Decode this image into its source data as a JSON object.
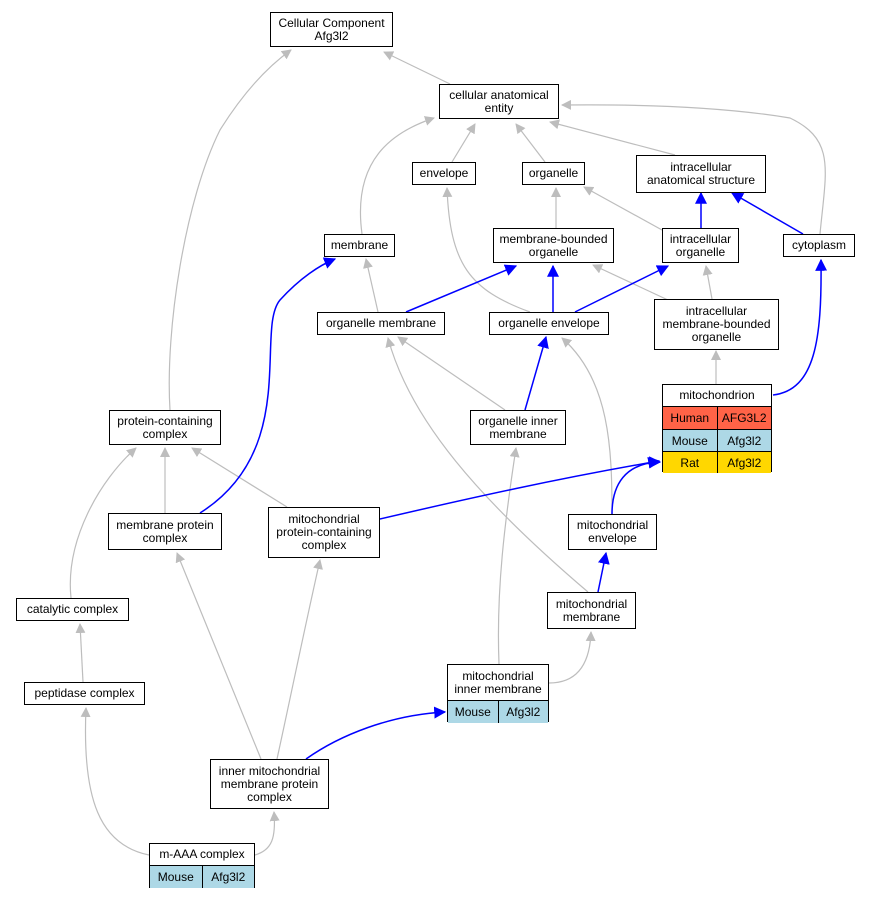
{
  "colors": {
    "is_a_edge": "#bdbdbd",
    "part_of_edge": "#0000ff",
    "human": "#ff6347",
    "mouse": "#add8e6",
    "rat": "#ffd700"
  },
  "nodes": {
    "root": "Cellular Component\nAfg3l2",
    "cae": "cellular anatomical\nentity",
    "envelope": "envelope",
    "organelle": "organelle",
    "ias": "intracellular\nanatomical structure",
    "membrane": "membrane",
    "mbo": "membrane-bounded\norganelle",
    "io": "intracellular\norganelle",
    "cytoplasm": "cytoplasm",
    "om": "organelle membrane",
    "oe": "organelle envelope",
    "imbo": "intracellular\nmembrane-bounded\norganelle",
    "pcc": "protein-containing\ncomplex",
    "oim": "organelle inner\nmembrane",
    "mpc": "membrane protein\ncomplex",
    "mpcc": "mitochondrial\nprotein-containing\ncomplex",
    "menv": "mitochondrial\nenvelope",
    "cc": "catalytic complex",
    "mm": "mitochondrial\nmembrane",
    "pepc": "peptidase complex",
    "imc": "inner mitochondrial\nmembrane protein\ncomplex"
  },
  "tables": {
    "mito": {
      "title": "mitochondrion",
      "rows": [
        {
          "species": "Human",
          "gene": "AFG3L2",
          "color": "human"
        },
        {
          "species": "Mouse",
          "gene": "Afg3l2",
          "color": "mouse"
        },
        {
          "species": "Rat",
          "gene": "Afg3l2",
          "color": "rat"
        }
      ]
    },
    "mim": {
      "title": "mitochondrial\ninner membrane",
      "rows": [
        {
          "species": "Mouse",
          "gene": "Afg3l2",
          "color": "mouse"
        }
      ]
    },
    "maaa": {
      "title": "m-AAA complex",
      "rows": [
        {
          "species": "Mouse",
          "gene": "Afg3l2",
          "color": "mouse"
        }
      ]
    }
  }
}
